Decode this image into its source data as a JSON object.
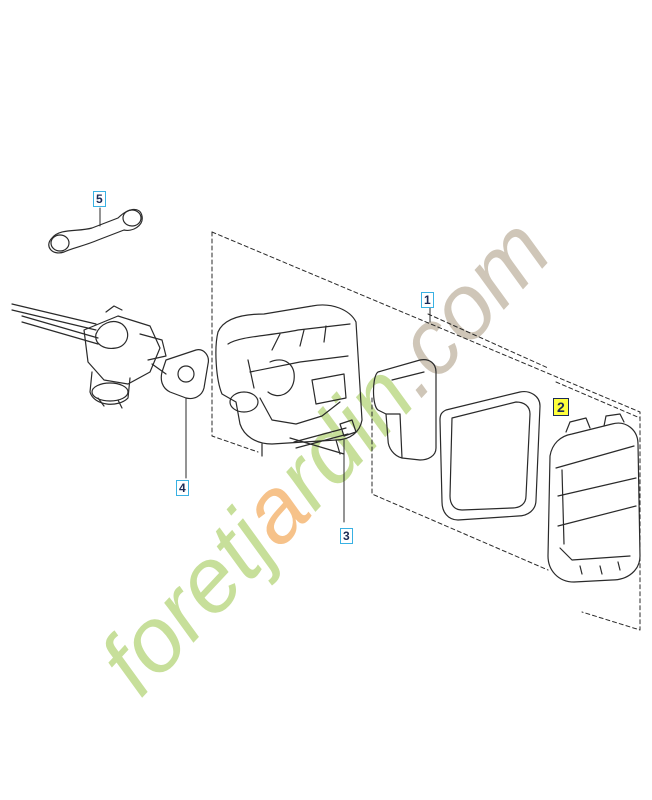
{
  "diagram": {
    "callouts": [
      {
        "id": "1",
        "label": "1",
        "highlighted": false
      },
      {
        "id": "2",
        "label": "2",
        "highlighted": true
      },
      {
        "id": "3",
        "label": "3",
        "highlighted": false
      },
      {
        "id": "4",
        "label": "4",
        "highlighted": false
      },
      {
        "id": "5",
        "label": "5",
        "highlighted": false
      }
    ],
    "colors": {
      "line": "#2a2a2a",
      "callout_border": "#39b1e3",
      "callout_text": "#1b2a55",
      "highlight_fill": "#ffff3c",
      "watermark_green": "#c7df9a",
      "watermark_orange": "#f6c28a",
      "watermark_gray": "#cfc6b8"
    }
  },
  "watermark": {
    "green_part": "foretj",
    "orange_part": "a",
    "green_part_2": "rdin",
    "gray_part": ".com"
  }
}
